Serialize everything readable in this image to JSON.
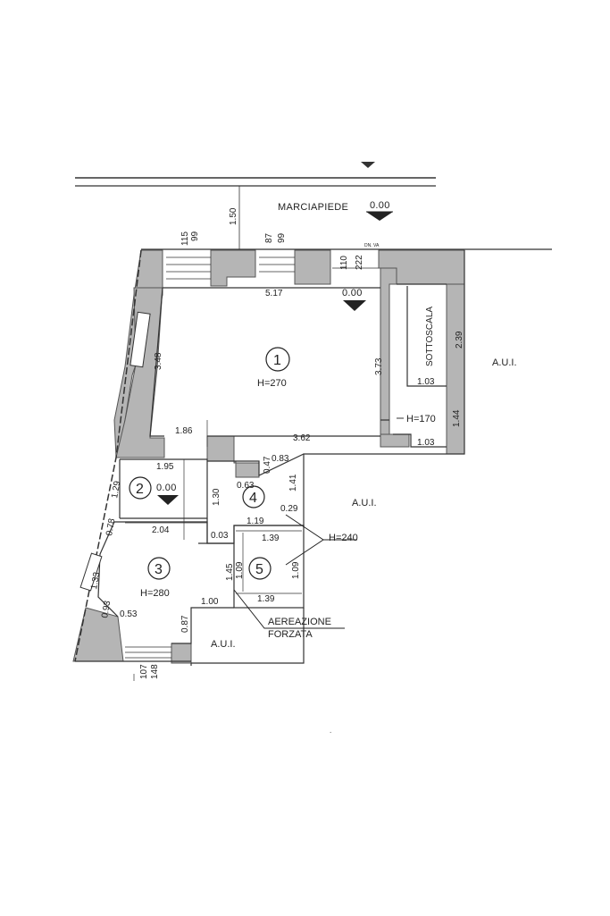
{
  "street": {
    "label": "MARCIAPIEDE",
    "level": "0.00",
    "offset": "1.50"
  },
  "rooms": [
    {
      "number": "1",
      "height": "H=270",
      "level": "0.00"
    },
    {
      "number": "2",
      "level": "0.00"
    },
    {
      "number": "3",
      "height": "H=280"
    },
    {
      "number": "4"
    },
    {
      "number": "5"
    }
  ],
  "labels": {
    "sottoscala": "SOTTOSCALA",
    "aui_right": "A.U.I.",
    "aui_mid": "A.U.I.",
    "aui_bottom": "A.U.I.",
    "h170": "H=170",
    "h240": "H=240",
    "aereazione_1": "AEREAZIONE",
    "aereazione_2": "FORZATA",
    "tiny_top": "DN. VA"
  },
  "dimensions": {
    "d115": "115",
    "d99a": "99",
    "d87": "87",
    "d99b": "99",
    "d110": "110",
    "d222": "222",
    "d517": "5.17",
    "d348": "3.48",
    "d373": "3.73",
    "d239": "2.39",
    "d103a": "1.03",
    "d103b": "1.03",
    "d144": "1.44",
    "d186": "1.86",
    "d362": "3.62",
    "d195": "1.95",
    "d083": "0.83",
    "d141": "1.41",
    "d063": "0.63",
    "d047": "0.47",
    "d130": "1.30",
    "d119": "1.19",
    "d029": "0.29",
    "d003": "0.03",
    "d204": "2.04",
    "d139a": "1.39",
    "d139b": "1.39",
    "d109": "1.09",
    "d100b": "1.09",
    "d145": "1.45",
    "d100": "1.00",
    "d087": "0.87",
    "d053": "0.53",
    "d129": "1.29",
    "d078": "0.78",
    "d133": "1.33",
    "d093": "0.93",
    "d107": "107",
    "d148": "148"
  }
}
